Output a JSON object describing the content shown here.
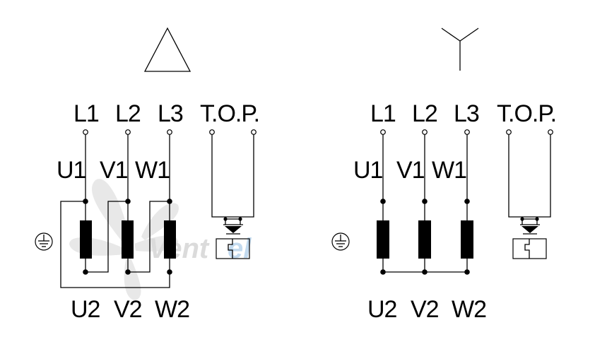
{
  "watermark": {
    "text_a": "Vent",
    "text_b": "el",
    "color_a": "#d8d8d8",
    "color_b": "#bcd7ee"
  },
  "delta_diagram": {
    "connection": "triangle-symbol",
    "supply_labels": [
      "L1",
      "L2",
      "L3"
    ],
    "top_label": "T.O.P.",
    "winding_start_labels": [
      "U1",
      "V1",
      "W1"
    ],
    "winding_end_labels": [
      "U2",
      "V2",
      "W2"
    ],
    "earth": "earth-symbol"
  },
  "star_diagram": {
    "connection": "star-symbol",
    "supply_labels": [
      "L1",
      "L2",
      "L3"
    ],
    "top_label": "T.O.P.",
    "winding_start_labels": [
      "U1",
      "V1",
      "W1"
    ],
    "winding_end_labels": [
      "U2",
      "V2",
      "W2"
    ],
    "earth": "earth-symbol"
  }
}
